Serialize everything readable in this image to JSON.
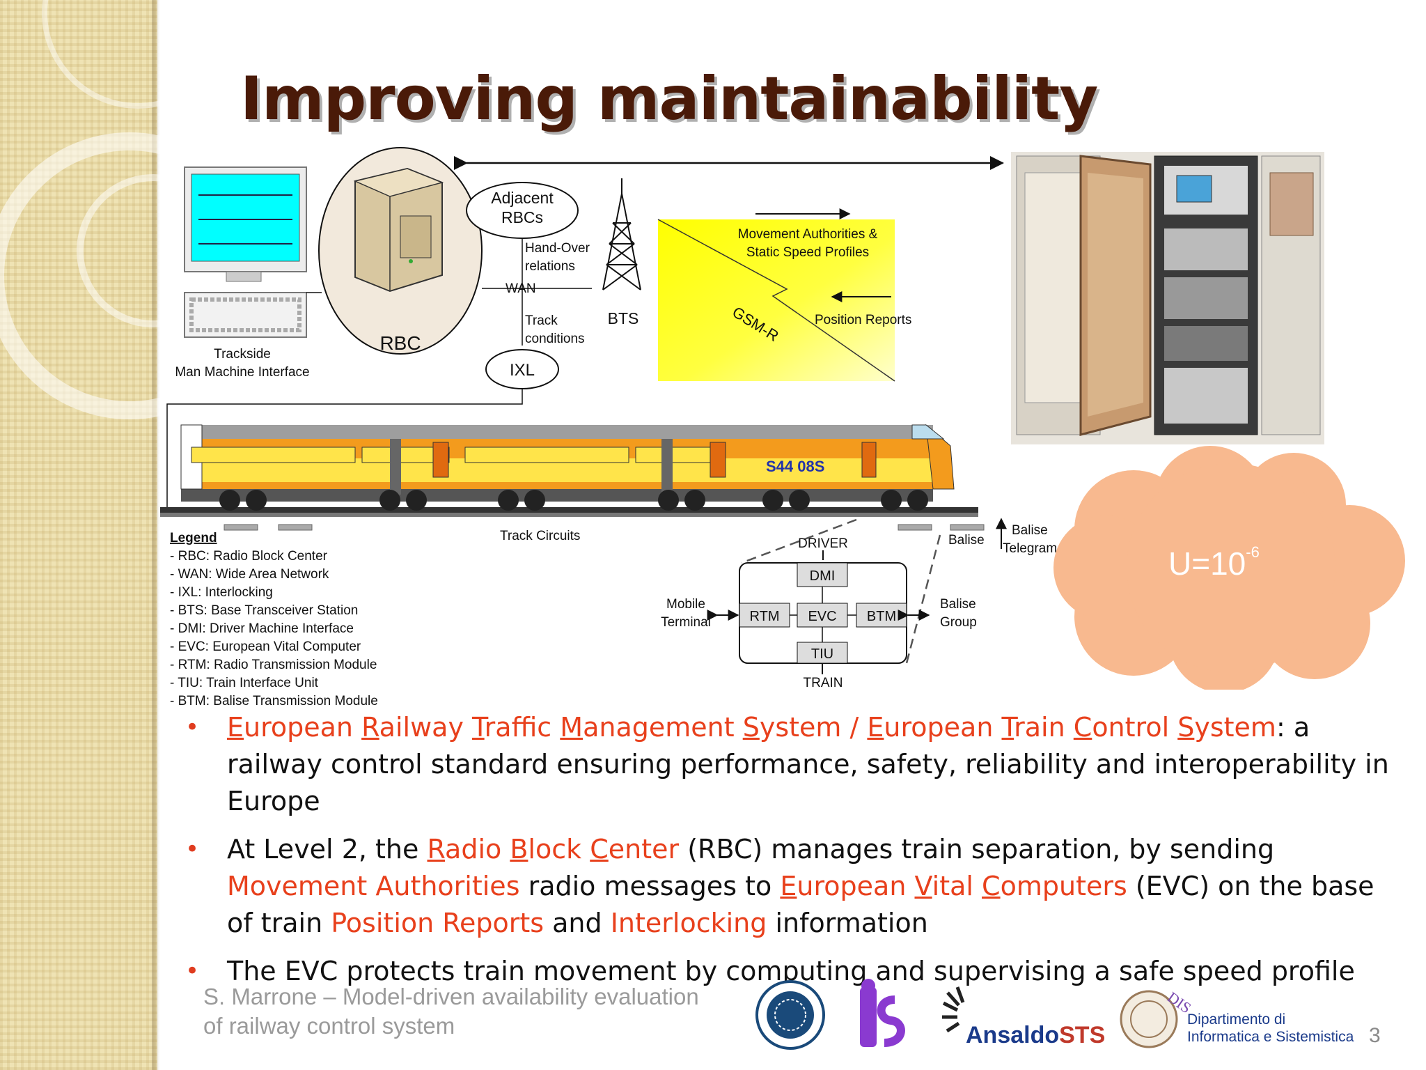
{
  "slide": {
    "title": "Improving maintainability",
    "page_number": "3",
    "footer": [
      "S. Marrone – Model-driven availability evaluation",
      "of railway control system"
    ]
  },
  "diagram": {
    "mmi_label": [
      "Trackside",
      "Man Machine Interface"
    ],
    "rbc": "RBC",
    "adjacent": [
      "Adjacent",
      "RBCs"
    ],
    "handover": [
      "Hand-Over",
      "relations"
    ],
    "wan": "WAN",
    "track_conditions": [
      "Track",
      "conditions"
    ],
    "bts": "BTS",
    "ixl": "IXL",
    "movement": [
      "Movement Authorities &",
      "Static Speed Profiles"
    ],
    "gsmr": "GSM-R",
    "position_reports": "Position Reports",
    "train_number": "S44 08S",
    "track_circuits": "Track Circuits",
    "balise": "Balise",
    "balise_telegram": [
      "Balise",
      "Telegram"
    ],
    "driver": "DRIVER",
    "train": "TRAIN",
    "dmi": "DMI",
    "evc": "EVC",
    "rtm": "RTM",
    "btm": "BTM",
    "tiu": "TIU",
    "mobile_terminal": [
      "Mobile",
      "Terminal"
    ],
    "balise_group": [
      "Balise",
      "Group"
    ],
    "legend_title": "Legend",
    "legend": [
      "- RBC: Radio Block Center",
      "- WAN: Wide Area Network",
      "- IXL: Interlocking",
      "- BTS: Base Transceiver Station",
      "- DMI: Driver Machine Interface",
      "- EVC: European Vital Computer",
      "- RTM: Radio Transmission Module",
      "- TIU: Train Interface Unit",
      "- BTM: Balise Transmission Module"
    ]
  },
  "cloud": {
    "base": "U=10",
    "exponent": "-6"
  },
  "bullets": {
    "b1": {
      "ertms": [
        {
          "u": "E",
          "r": "uropean "
        },
        {
          "u": "R",
          "r": "ailway "
        },
        {
          "u": "T",
          "r": "raffic "
        },
        {
          "u": "M",
          "r": "anagement "
        },
        {
          "u": "S",
          "r": "ystem"
        }
      ],
      "sep": " / ",
      "etcs": [
        {
          "u": "E",
          "r": "uropean "
        },
        {
          "u": "T",
          "r": "rain "
        },
        {
          "u": "C",
          "r": "ontrol "
        },
        {
          "u": "S",
          "r": "ystem"
        }
      ],
      "rest": ": a railway control standard ensuring performance, safety, reliability and interoperability in Europe"
    },
    "b2": {
      "t1": "At Level 2, the ",
      "rbc": [
        {
          "u": "R",
          "r": "adio "
        },
        {
          "u": "B",
          "r": "lock "
        },
        {
          "u": "C",
          "r": "enter"
        }
      ],
      "t2": " (RBC) manages train separation, by sending ",
      "ma": "Movement Authorities",
      "t3": " radio messages to ",
      "evc": [
        {
          "u": "E",
          "r": "uropean "
        },
        {
          "u": "V",
          "r": "ital "
        },
        {
          "u": "C",
          "r": "omputers"
        }
      ],
      "t4": " (EVC) on the base of train ",
      "pr": "Position Reports",
      "t5": " and ",
      "il": "Interlocking",
      "t6": " information"
    },
    "b3": "The EVC protects train movement by computing and supervising a safe speed profile"
  },
  "logos": {
    "ansaldo_a": "Ansaldo",
    "ansaldo_b": "STS",
    "dis_line1": "Dipartimento di",
    "dis_line2": "Informatica e Sistemistica",
    "dis_mark": "DIS",
    "is_mark": "iS"
  },
  "colors": {
    "accent": "#e8401c",
    "title": "#4a1a08",
    "cloud": "#f8b98f"
  }
}
